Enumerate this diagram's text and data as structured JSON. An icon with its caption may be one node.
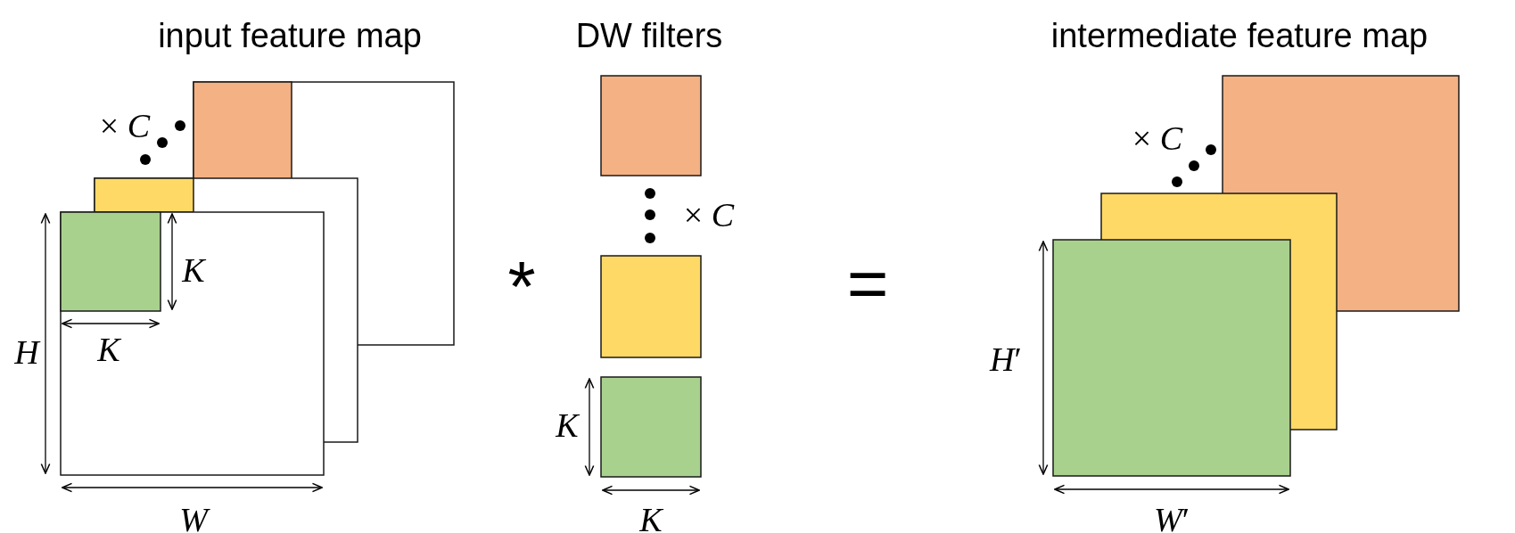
{
  "diagram": {
    "labels": [
      "input feature map",
      "DW filters",
      "intermediate feature map",
      "× *C*",
      "*K*",
      "*K*",
      "*H*",
      "*W*",
      "*",
      "× *C*",
      "*K*",
      "*K*",
      "=",
      "× *C*",
      "*H*′",
      "*W*′"
    ]
  }
}
